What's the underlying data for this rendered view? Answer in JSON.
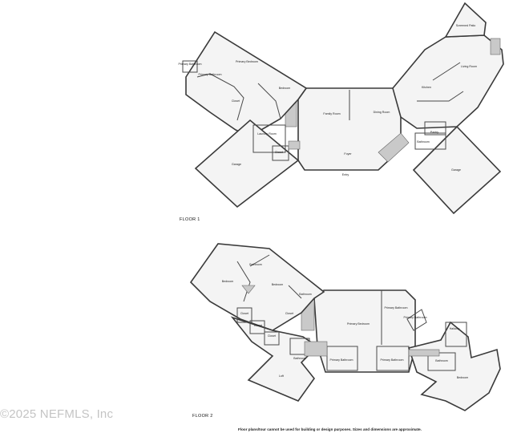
{
  "floors": {
    "floor1_label": "FLOOR 1",
    "floor2_label": "FLOOR 2"
  },
  "rooms_floor1": {
    "screened_patio": "Screened Patio",
    "living_room": "Living Room",
    "kitchen": "Kitchen",
    "pantry": "Pantry",
    "bathroom_east": "Bathroom",
    "garage_east": "Garage",
    "primary_bedroom": "Primary Bedroom",
    "primary_bathroom": "Primary Bathroom",
    "primary_bathroom_small": "Primary Bathroom",
    "closet_primary": "Closet",
    "bedroom": "Bedroom",
    "family_room": "Family Room",
    "dining_room": "Dining Room",
    "foyer": "Foyer",
    "entry": "Entry",
    "laundry_room": "Laundry Room",
    "closet_laundry": "Closet",
    "garage_west": "Garage"
  },
  "rooms_floor2": {
    "bedroom_nw": "Bedroom",
    "bathroom_n": "Bathroom",
    "bedroom_n": "Bedroom",
    "bathroom_mid": "Bathroom",
    "closet_1": "Closet",
    "closet_2": "Closet",
    "closet_3": "Closet",
    "closet_4": "Closet",
    "loft": "Loft",
    "bathroom_sw": "Bathroom",
    "primary_bedroom": "Primary Bedroom",
    "primary_bathroom_e": "Primary Bathroom",
    "primary_bathroom_small": "Primary Bathroom",
    "primary_bathroom_s1": "Primary Bathroom",
    "primary_bathroom_s2": "Primary Bathroom",
    "hallway": "Hallway",
    "bathroom_se": "Bathroom",
    "bedroom_se": "Bedroom"
  },
  "footer": {
    "copyright": "©2025 NEFMLS, Inc",
    "disclaimer": "Floor plans/tour cannot be used for building or design purposes. Sizes and dimensions are approximate."
  }
}
